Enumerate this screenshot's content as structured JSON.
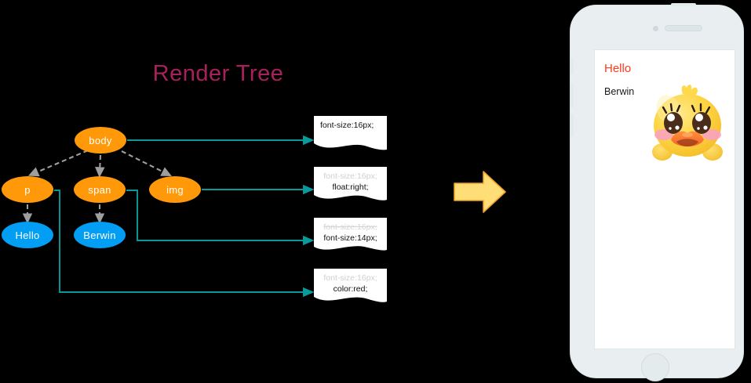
{
  "diagram": {
    "title": "Render Tree",
    "title_color": "#a8215c",
    "node_colors": {
      "element": "#ff990a",
      "text": "#029ef4"
    },
    "connector_color": "#0a9a9a",
    "dom_edge_color": "#9e9e9e",
    "nodes": [
      {
        "id": "body",
        "label": "body",
        "kind": "element"
      },
      {
        "id": "p",
        "label": "p",
        "kind": "element"
      },
      {
        "id": "span",
        "label": "span",
        "kind": "element"
      },
      {
        "id": "img",
        "label": "img",
        "kind": "element"
      },
      {
        "id": "hello",
        "label": "Hello",
        "kind": "text"
      },
      {
        "id": "berwin",
        "label": "Berwin",
        "kind": "text"
      }
    ],
    "style_cards": [
      {
        "for_node": "body",
        "rules": [
          {
            "text": "font-size:16px;",
            "state": "active",
            "align": "left"
          }
        ]
      },
      {
        "for_node": "img",
        "rules": [
          {
            "text": "font-size:16px;",
            "state": "inherited",
            "align": "center"
          },
          {
            "text": "float:right;",
            "state": "active",
            "align": "center"
          }
        ]
      },
      {
        "for_node": "span",
        "rules": [
          {
            "text": "font-size:16px;",
            "state": "overridden",
            "align": "center"
          },
          {
            "text": "font-size:14px;",
            "state": "active",
            "align": "center"
          }
        ]
      },
      {
        "for_node": "p",
        "rules": [
          {
            "text": "font-size:16px;",
            "state": "inherited",
            "align": "center"
          },
          {
            "text": "color:red;",
            "state": "active",
            "align": "center"
          }
        ]
      }
    ],
    "flow_arrow": {
      "icon": "right-arrow-icon",
      "fill": "#ffdd77",
      "stroke": "#f0a22a"
    }
  },
  "phone": {
    "frame_color": "#e9eff1",
    "screen_background": "#ffffff",
    "hardware": {
      "camera": "camera-icon",
      "speaker": "speaker-grille",
      "home_button": "home-button"
    },
    "page": {
      "heading": "Hello",
      "heading_color": "#fc3b1e",
      "body_text": "Berwin",
      "body_text_color": "#1a1a1a",
      "image_alt": "duck-avatar"
    }
  }
}
